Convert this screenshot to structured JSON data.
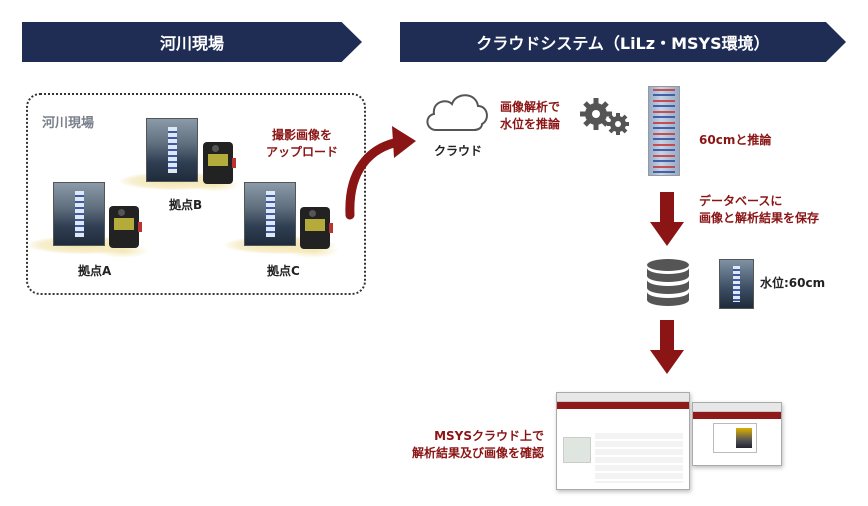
{
  "header": {
    "left_title": "河川現場",
    "right_title": "クラウドシステム（LiLz・MSYS環境）"
  },
  "site": {
    "title": "河川現場",
    "points": [
      "拠点A",
      "拠点B",
      "拠点C"
    ],
    "upload_label_line1": "撮影画像を",
    "upload_label_line2": "アップロード"
  },
  "cloud": {
    "label": "クラウド",
    "inference_line1": "画像解析で",
    "inference_line2": "水位を推論",
    "result": "60cmと推論"
  },
  "database": {
    "save_line1": "データベースに",
    "save_line2": "画像と解析結果を保存",
    "water_level": "水位:60cm"
  },
  "msys": {
    "line1": "MSYSクラウド上で",
    "line2": "解析結果及び画像を確認"
  },
  "colors": {
    "banner": "#1f2d55",
    "accent_red": "#8b1414"
  }
}
